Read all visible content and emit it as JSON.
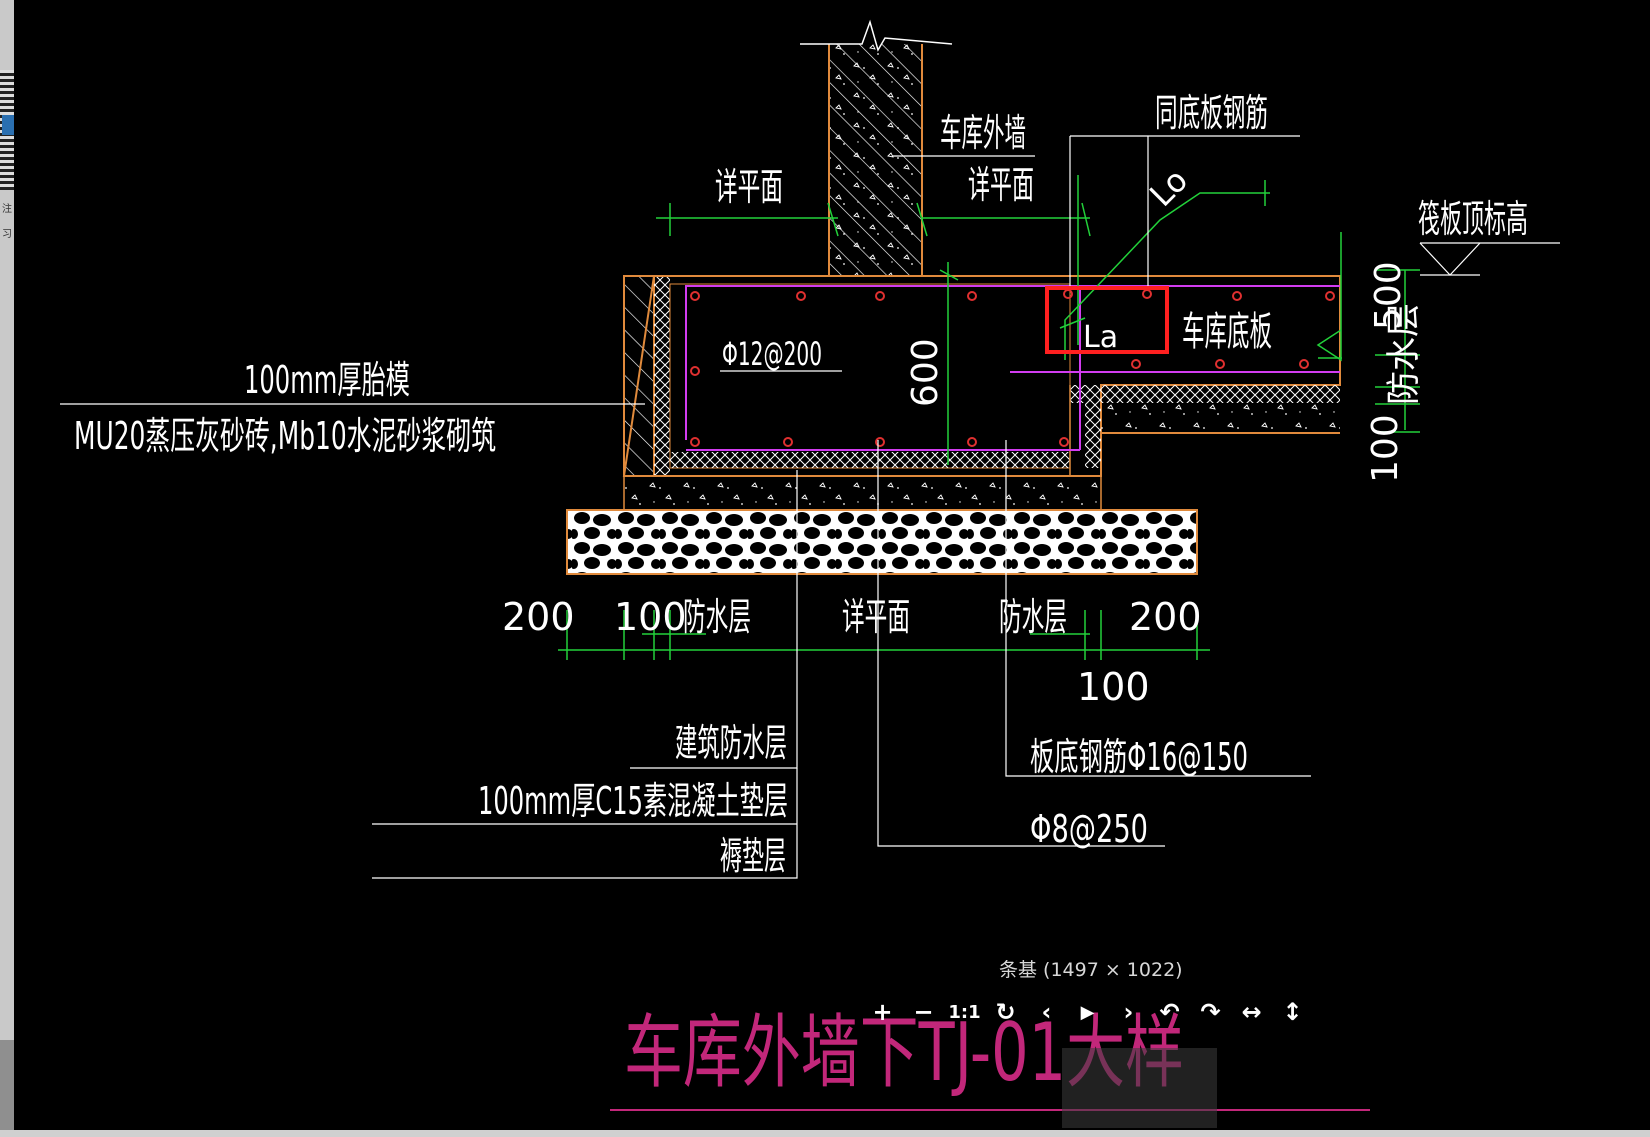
{
  "image": {
    "caption": "条基 (1497 × 1022)",
    "toolbar": {
      "zoom_in": "+",
      "zoom_out": "−",
      "actual_size": "1:1",
      "reset": "↻",
      "previous": "‹",
      "play": "▶",
      "next": "›",
      "rotate_left": "↶",
      "rotate_right": "↷",
      "flip_horizontal": "↔",
      "flip_vertical": "↕"
    }
  },
  "left_strip": {
    "text_1": "注",
    "text_2": "习"
  },
  "drawing": {
    "title": "车库外墙下TJ-01大样",
    "labels": {
      "garage_outer_wall": "车库外墙",
      "see_plan_left": "详平面",
      "see_plan_right": "详平面",
      "same_as_slab_rebar": "同底板钢筋",
      "lo": "Lo",
      "la": "La",
      "raft_top_elevation": "筏板顶标高",
      "garage_bottom_slab": "车库底板",
      "waterproof_layer_right": "防水层",
      "brick_mold": "100mm厚胎模",
      "brick_spec": "MU20蒸压灰砂砖,Mb10水泥砂浆砌筑",
      "rebar_phi12": "Φ12@200",
      "dim_600": "600",
      "dim_500": "500",
      "dim_100_right": "100",
      "dim_200_left": "200",
      "dim_100_left": "100",
      "waterproof_bottom_left": "防水层",
      "see_plan_bottom": "详平面",
      "waterproof_bottom_right": "防水层",
      "dim_200_right": "200",
      "dim_100_bottom": "100",
      "building_waterproof": "建筑防水层",
      "c15_cushion": "100mm厚C15素混凝土垫层",
      "cushion_layer": "褥垫层",
      "slab_bottom_rebar": "板底钢筋Φ16@150",
      "rebar_phi8": "Φ8@250"
    }
  }
}
